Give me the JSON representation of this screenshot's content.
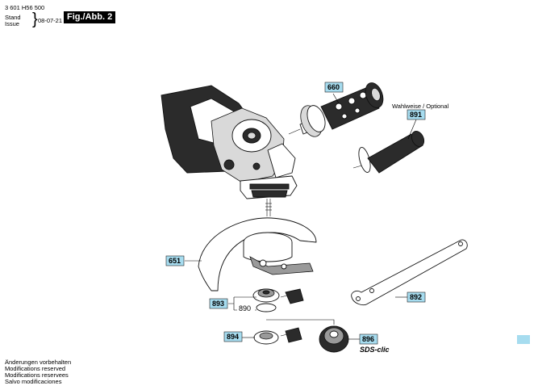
{
  "header": {
    "doc_number": "3 601 H56 500",
    "stand_label": "Stand",
    "issue_label": "Issue",
    "issue_date": "08-07-21",
    "fig_label": "Fig./Abb. 2"
  },
  "optional_note": "Wahlweise / Optional",
  "sds_label": "SDS-clic",
  "callouts": {
    "c660": "660",
    "c891": "891",
    "c651": "651",
    "c893": "893",
    "c890": "890",
    "c892": "892",
    "c894": "894",
    "c896": "896"
  },
  "footer": {
    "line1": "Änderungen vorbehalten",
    "line2": "Modifications reserved",
    "line3": "Modifications reservees",
    "line4": "Salvo modificaciones"
  },
  "colors": {
    "callout_fill": "#a6dcef",
    "tool_dark": "#2b2b2b"
  }
}
